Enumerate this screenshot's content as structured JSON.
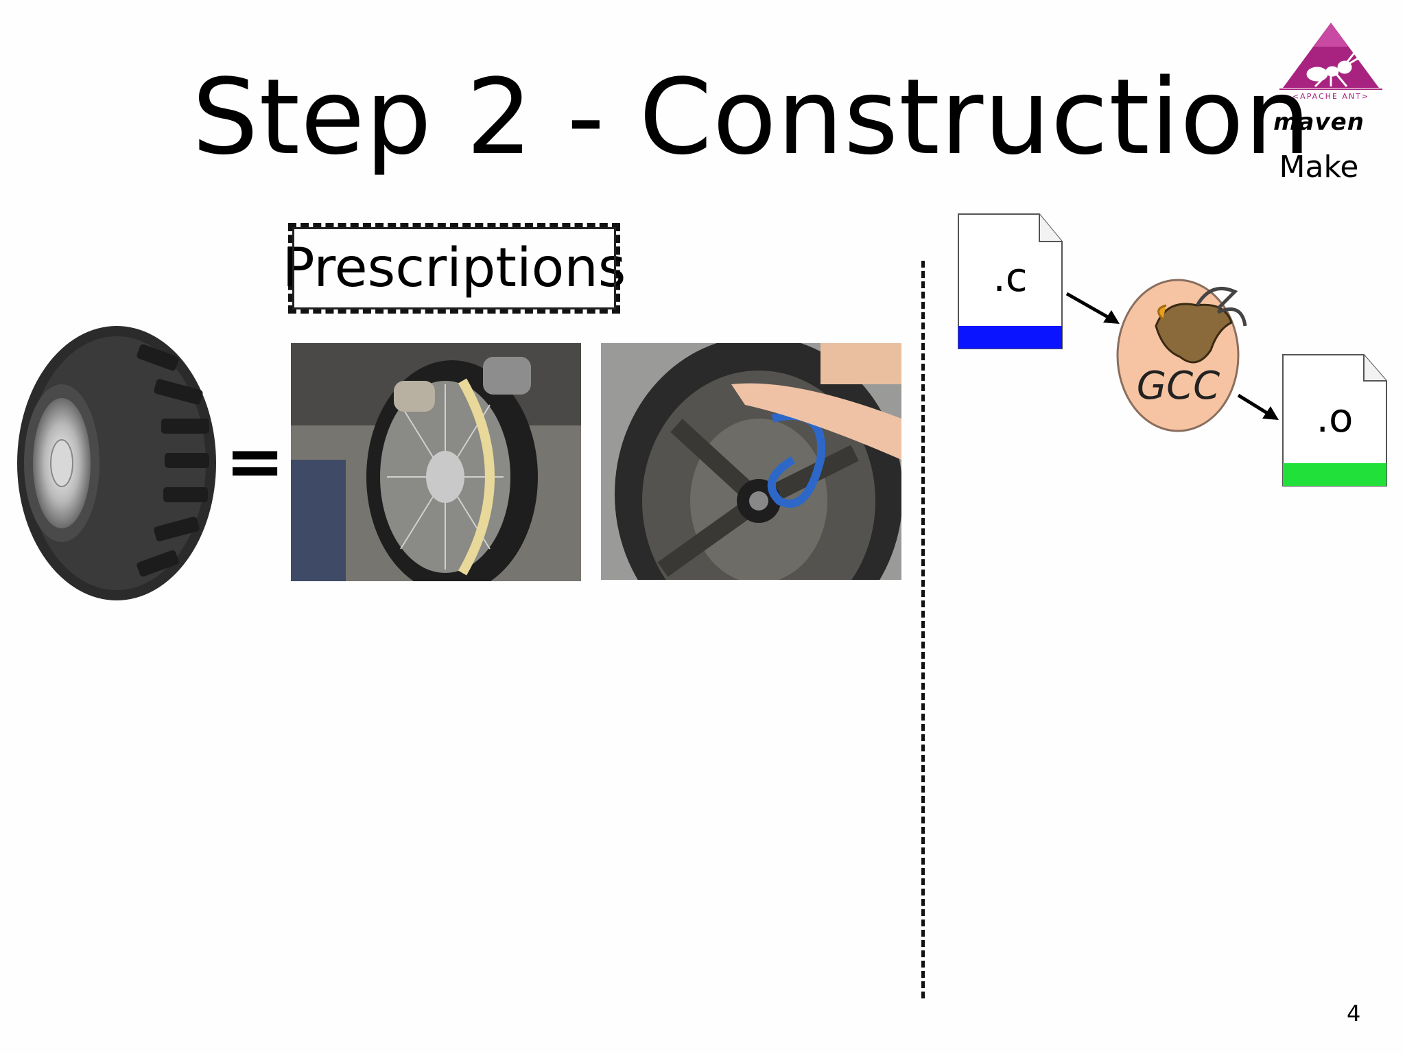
{
  "slide": {
    "title": "Step 2 - Construction",
    "prescriptions_label": "Prescriptions",
    "equals_sign": "=",
    "page_number": "4"
  },
  "tools_logo": {
    "ant_text": "<APACHE ANT>",
    "maven_text": "maven",
    "make_text": "Make",
    "ant_color": "#a8237f"
  },
  "diagram": {
    "source_file": ".c",
    "compiler": "GCC",
    "object_file": ".o",
    "source_color": "#0a14ff",
    "object_color": "#22e03a",
    "compiler_fill": "#f6c4a2"
  }
}
